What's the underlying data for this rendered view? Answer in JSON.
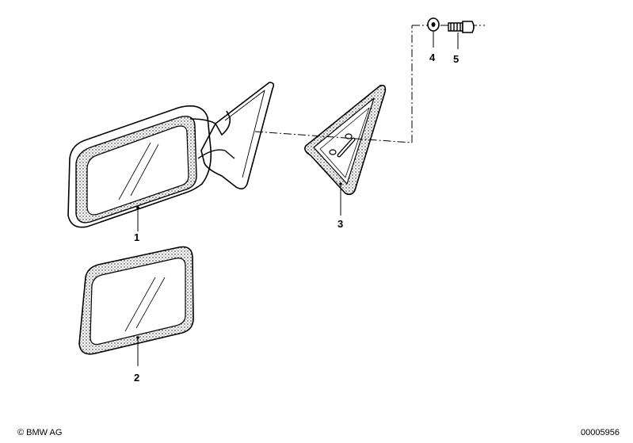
{
  "diagram": {
    "parts": [
      {
        "number": "1",
        "name": "exterior-mirror"
      },
      {
        "number": "2",
        "name": "mirror-glass"
      },
      {
        "number": "3",
        "name": "mirror-base-triangle"
      },
      {
        "number": "4",
        "name": "washer"
      },
      {
        "number": "5",
        "name": "screw"
      }
    ]
  },
  "footer": {
    "copyright": "© BMW AG",
    "drawing_number": "00005956"
  }
}
